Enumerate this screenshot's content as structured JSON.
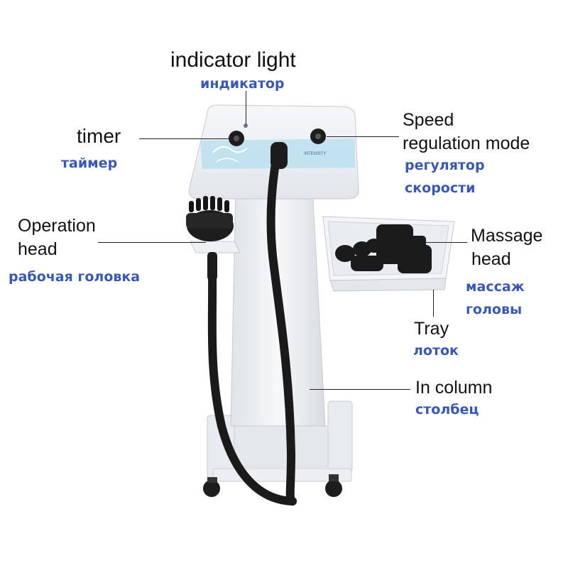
{
  "labels": {
    "indicator": {
      "en": "indicator light",
      "ru": "индикатор"
    },
    "timer": {
      "en": "timer",
      "ru": "таймер"
    },
    "speed": {
      "en_line1": "Speed",
      "en_line2": "regulation mode",
      "ru_line1": "регулятор",
      "ru_line2": "скорости"
    },
    "operation": {
      "en_line1": "Operation",
      "en_line2": "head",
      "ru": "рабочая головка"
    },
    "massage": {
      "en_line1": "Massage",
      "en_line2": "head",
      "ru_line1": "массаж",
      "ru_line2": "головы"
    },
    "tray": {
      "en": "Tray",
      "ru": "лоток"
    },
    "column": {
      "en": "In column",
      "ru": "столбец"
    }
  },
  "panel_text": "INTENSITY",
  "colors": {
    "english_text": "#111111",
    "russian_text": "#3a58b0",
    "device_body": "#f2f4f7",
    "panel_accent": "#bfe0ee",
    "rubber": "#1a1a1a"
  }
}
